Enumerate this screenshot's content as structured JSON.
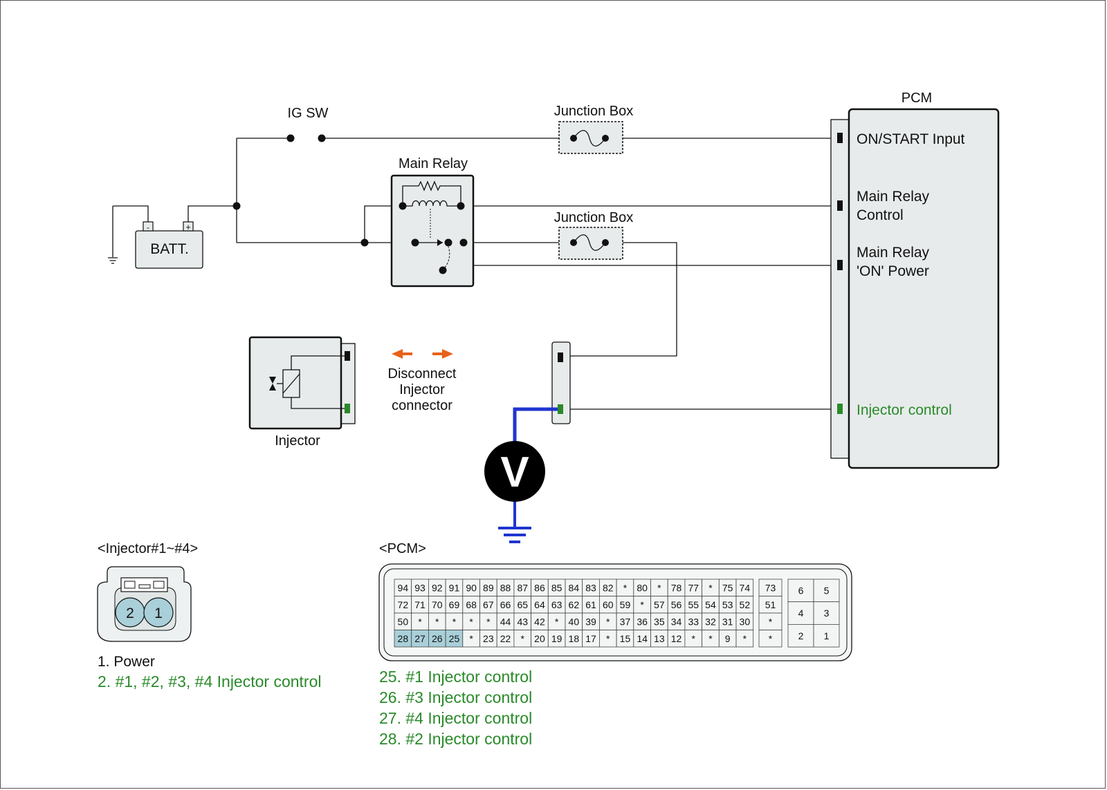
{
  "colors": {
    "signal": "#2a8a2a",
    "probe_wire": "#1f35d0",
    "arrow": "#e8621a",
    "pin_highlight": "#a9cfd9",
    "box_fill": "#e7ebeb"
  },
  "labels": {
    "ig_sw": "IG SW",
    "junction_box_1": "Junction Box",
    "junction_box_2": "Junction Box",
    "main_relay": "Main Relay",
    "battery": "BATT.",
    "battery_minus": "-",
    "battery_plus": "+",
    "pcm": "PCM",
    "injector": "Injector",
    "disconnect_1": "Disconnect",
    "disconnect_2": "Injector",
    "disconnect_3": "connector",
    "voltmeter": "V"
  },
  "pcm_pins": {
    "on_start": "ON/START Input",
    "relay_control_1": "Main Relay",
    "relay_control_2": "Control",
    "relay_power_1": "Main Relay",
    "relay_power_2": "'ON' Power",
    "injector_control": "Injector control"
  },
  "injector_connector": {
    "title": "<Injector#1~#4>",
    "pin_left": "2",
    "pin_right": "1",
    "pin1": "1. Power",
    "pin2": "2. #1, #2, #3, #4 Injector control"
  },
  "pcm_connector": {
    "title": "<PCM>",
    "rows": [
      [
        "94",
        "93",
        "92",
        "91",
        "90",
        "89",
        "88",
        "87",
        "86",
        "85",
        "84",
        "83",
        "82",
        "*",
        "80",
        "*",
        "78",
        "77",
        "*",
        "75",
        "74"
      ],
      [
        "72",
        "71",
        "70",
        "69",
        "68",
        "67",
        "66",
        "65",
        "64",
        "63",
        "62",
        "61",
        "60",
        "59",
        "*",
        "57",
        "56",
        "55",
        "54",
        "53",
        "52"
      ],
      [
        "50",
        "*",
        "*",
        "*",
        "*",
        "*",
        "44",
        "43",
        "42",
        "*",
        "40",
        "39",
        "*",
        "37",
        "36",
        "35",
        "34",
        "33",
        "32",
        "31",
        "30"
      ],
      [
        "28",
        "27",
        "26",
        "25",
        "*",
        "23",
        "22",
        "*",
        "20",
        "19",
        "18",
        "17",
        "*",
        "15",
        "14",
        "13",
        "12",
        "*",
        "*",
        "9",
        "*"
      ]
    ],
    "mid_column": [
      "73",
      "51",
      "*",
      "*"
    ],
    "right_block": [
      "6",
      "5",
      "4",
      "3",
      "2",
      "1"
    ],
    "highlighted": [
      "28",
      "27",
      "26",
      "25"
    ],
    "legend": [
      "25. #1 Injector control",
      "26. #3 Injector control",
      "27. #4 Injector control",
      "28. #2 Injector control"
    ]
  }
}
